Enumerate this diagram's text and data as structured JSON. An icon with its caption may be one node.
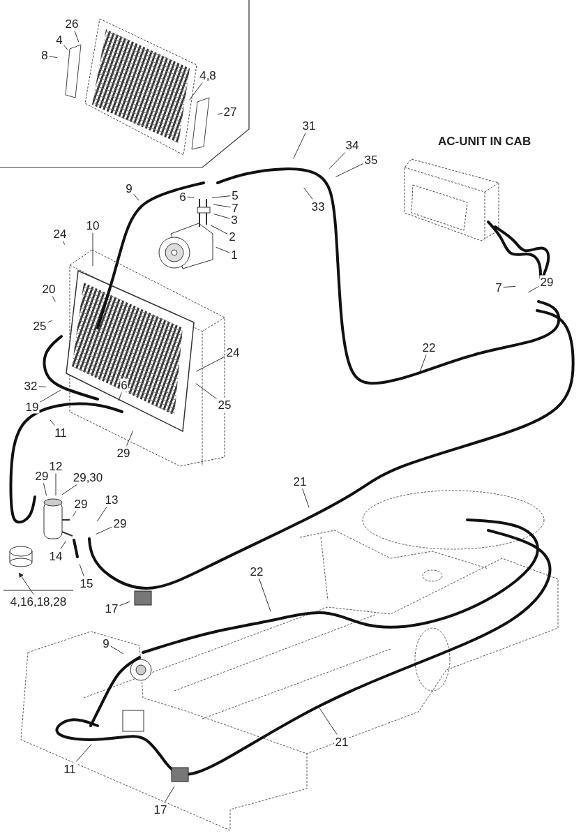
{
  "diagram": {
    "nodes": [
      {
        "text": [
          "26"
        ]
      },
      {
        "text": [
          "4"
        ]
      },
      {
        "text": [
          "8"
        ]
      },
      {
        "text": [
          "4,8"
        ]
      },
      {
        "text": [
          "27"
        ]
      },
      {
        "text": [
          "31"
        ]
      },
      {
        "text": [
          "34"
        ]
      },
      {
        "text": [
          "35"
        ]
      },
      {
        "text": [
          "9"
        ]
      },
      {
        "text": [
          "6"
        ]
      },
      {
        "text": [
          "5"
        ]
      },
      {
        "text": [
          "7"
        ]
      },
      {
        "text": [
          "33"
        ]
      },
      {
        "text": [
          "3"
        ]
      },
      {
        "text": [
          "2"
        ]
      },
      {
        "text": [
          "1"
        ]
      },
      {
        "text": [
          "10"
        ]
      },
      {
        "text": [
          "24"
        ]
      },
      {
        "text": [
          "20"
        ]
      },
      {
        "text": [
          "25"
        ]
      },
      {
        "text": [
          "7"
        ]
      },
      {
        "text": [
          "29"
        ]
      },
      {
        "text": [
          "22"
        ]
      },
      {
        "text": [
          "24"
        ]
      },
      {
        "text": [
          "32"
        ]
      },
      {
        "text": [
          "6"
        ]
      },
      {
        "text": [
          "25"
        ]
      },
      {
        "text": [
          "19"
        ]
      },
      {
        "text": [
          "11"
        ]
      },
      {
        "text": [
          "29"
        ]
      },
      {
        "text": [
          "12"
        ]
      },
      {
        "text": [
          "29"
        ]
      },
      {
        "text": [
          "29,30"
        ]
      },
      {
        "text": [
          "21"
        ]
      },
      {
        "text": [
          "29"
        ]
      },
      {
        "text": [
          "13"
        ]
      },
      {
        "text": [
          "29"
        ]
      },
      {
        "text": [
          "14"
        ]
      },
      {
        "text": [
          "15"
        ]
      },
      {
        "text": [
          "22"
        ]
      },
      {
        "text": [
          "4,16,18,28"
        ]
      },
      {
        "text": [
          "17"
        ]
      },
      {
        "text": [
          "9"
        ]
      },
      {
        "text": [
          "21"
        ]
      },
      {
        "text": [
          "11"
        ]
      },
      {
        "text": [
          "17"
        ]
      }
    ],
    "edges": [
      {
        "from": 0,
        "to": null,
        "arrow": "none"
      },
      {
        "from": 1,
        "to": null,
        "arrow": "none"
      },
      {
        "from": 2,
        "to": null,
        "arrow": "none"
      },
      {
        "from": 3,
        "to": null,
        "arrow": "none"
      },
      {
        "from": 4,
        "to": null,
        "arrow": "none"
      },
      {
        "from": 5,
        "to": null,
        "arrow": "none"
      },
      {
        "from": 6,
        "to": null,
        "arrow": "none"
      },
      {
        "from": 7,
        "to": null,
        "arrow": "none"
      },
      {
        "from": 8,
        "to": null,
        "arrow": "none"
      },
      {
        "from": 9,
        "to": null,
        "arrow": "none"
      },
      {
        "from": 10,
        "to": null,
        "arrow": "none"
      },
      {
        "from": 11,
        "to": null,
        "arrow": "none"
      },
      {
        "from": 12,
        "to": null,
        "arrow": "none"
      },
      {
        "from": 13,
        "to": null,
        "arrow": "none"
      },
      {
        "from": 14,
        "to": null,
        "arrow": "none"
      },
      {
        "from": 15,
        "to": null,
        "arrow": "none"
      },
      {
        "from": 16,
        "to": null,
        "arrow": "none"
      },
      {
        "from": 17,
        "to": null,
        "arrow": "none"
      },
      {
        "from": 18,
        "to": null,
        "arrow": "none"
      },
      {
        "from": 19,
        "to": null,
        "arrow": "none"
      },
      {
        "from": 20,
        "to": null,
        "arrow": "none"
      },
      {
        "from": 21,
        "to": null,
        "arrow": "none"
      },
      {
        "from": 22,
        "to": null,
        "arrow": "none"
      },
      {
        "from": 23,
        "to": null,
        "arrow": "none"
      },
      {
        "from": 24,
        "to": null,
        "arrow": "none"
      },
      {
        "from": 25,
        "to": null,
        "arrow": "none"
      },
      {
        "from": 26,
        "to": null,
        "arrow": "none"
      },
      {
        "from": 27,
        "to": null,
        "arrow": "none"
      },
      {
        "from": 28,
        "to": null,
        "arrow": "none"
      },
      {
        "from": 29,
        "to": null,
        "arrow": "none"
      },
      {
        "from": 30,
        "to": null,
        "arrow": "none"
      },
      {
        "from": 31,
        "to": null,
        "arrow": "none"
      },
      {
        "from": 32,
        "to": null,
        "arrow": "none"
      },
      {
        "from": 33,
        "to": null,
        "arrow": "none"
      },
      {
        "from": 34,
        "to": null,
        "arrow": "none"
      },
      {
        "from": 35,
        "to": null,
        "arrow": "none"
      },
      {
        "from": 36,
        "to": null,
        "arrow": "none"
      },
      {
        "from": 37,
        "to": null,
        "arrow": "none"
      },
      {
        "from": 38,
        "to": null,
        "arrow": "none"
      },
      {
        "from": 39,
        "to": null,
        "arrow": "none"
      },
      {
        "from": 40,
        "to": null,
        "arrow": "to"
      },
      {
        "from": 41,
        "to": null,
        "arrow": "none"
      },
      {
        "from": 42,
        "to": null,
        "arrow": "none"
      },
      {
        "from": 43,
        "to": null,
        "arrow": "none"
      },
      {
        "from": 44,
        "to": null,
        "arrow": "none"
      },
      {
        "from": 45,
        "to": null,
        "arrow": "none"
      }
    ],
    "labels": [
      "AC-UNIT IN CAB"
    ]
  }
}
